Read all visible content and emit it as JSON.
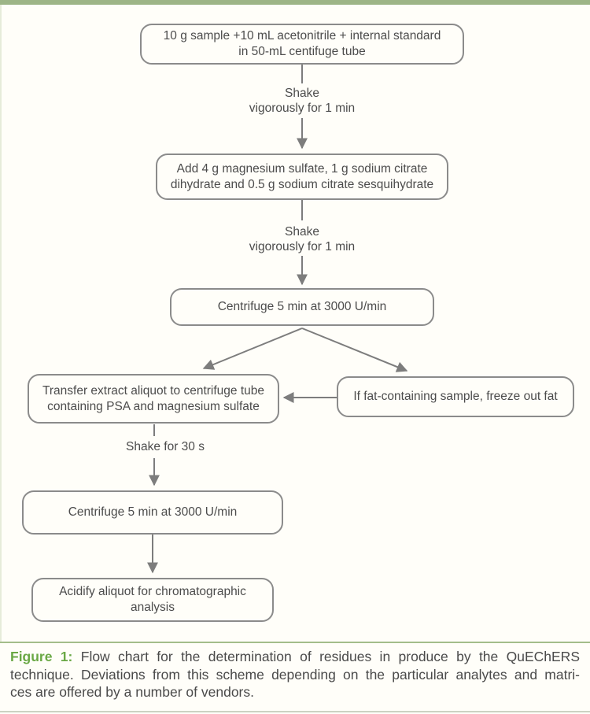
{
  "figure": {
    "colors": {
      "top_bar": "#9db587",
      "accent_green": "#6aa845",
      "box_border": "#8b8b8b",
      "arrow": "#7d7d7d",
      "text": "#4c4c4c"
    },
    "nodes": [
      {
        "id": "sample-prep",
        "lines": [
          "10 g sample +10 mL acetonitrile + internal standard",
          "in 50-mL centifuge tube"
        ]
      },
      {
        "id": "add-salts",
        "lines": [
          "Add 4 g magnesium sulfate, 1 g sodium citrate",
          "dihydrate and 0.5 g sodium citrate sesquihydrate"
        ]
      },
      {
        "id": "centrifuge-1",
        "lines": [
          "Centrifuge 5 min at 3000 U/min"
        ]
      },
      {
        "id": "transfer-extract",
        "lines": [
          "Transfer extract aliquot to centrifuge tube",
          "containing PSA and magnesium sulfate"
        ]
      },
      {
        "id": "freeze-out-fat",
        "lines": [
          "If fat-containing sample, freeze out fat"
        ]
      },
      {
        "id": "centrifuge-2",
        "lines": [
          "Centrifuge 5 min at 3000 U/min"
        ]
      },
      {
        "id": "acidify",
        "lines": [
          "Acidify aliquot for chromatographic",
          "analysis"
        ]
      }
    ],
    "edge_labels": [
      {
        "id": "shake-1",
        "lines": [
          "Shake",
          "vigorously for 1 min"
        ]
      },
      {
        "id": "shake-2",
        "lines": [
          "Shake",
          "vigorously for 1 min"
        ]
      },
      {
        "id": "shake-3",
        "lines": [
          "Shake for 30 s"
        ]
      }
    ]
  },
  "caption": {
    "figure_label": "Figure 1:",
    "line1_rest": "Flow chart for the determination of residues in produce by the QuEChERS",
    "line2": "technique. Deviations from this scheme depending on the particular analytes and matri-",
    "line3": "ces are offered by a number of vendors."
  }
}
